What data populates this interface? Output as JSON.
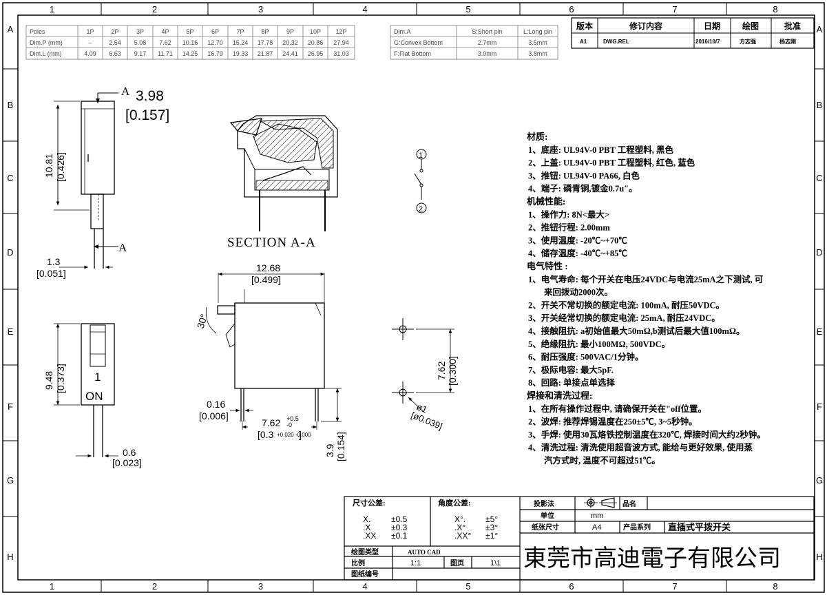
{
  "border": {
    "cols_top": [
      "1",
      "2",
      "3",
      "4",
      "5",
      "6",
      "7",
      "8"
    ],
    "cols_bottom": [
      "1",
      "2",
      "3",
      "4",
      "5",
      "6",
      "7",
      "8"
    ],
    "rows": [
      "A",
      "B",
      "C",
      "D",
      "E",
      "F",
      "G",
      "H"
    ]
  },
  "poles_table": {
    "rows": [
      [
        "Poles",
        "1P",
        "2P",
        "3P",
        "4P",
        "5P",
        "6P",
        "7P",
        "8P",
        "9P",
        "10P",
        "12P"
      ],
      [
        "Dim.P (mm)",
        "–",
        "2.54",
        "5.08",
        "7.62",
        "10.16",
        "12.70",
        "15.24",
        "17.78",
        "20.32",
        "20.86",
        "27.94"
      ],
      [
        "Dim.L (mm)",
        "4.09",
        "6.63",
        "9.17",
        "11.71",
        "14.25",
        "16.79",
        "19.33",
        "21.87",
        "24.41",
        "26.95",
        "31.03"
      ]
    ]
  },
  "pin_table": {
    "rows": [
      [
        "Dim.A",
        "S:Short pin",
        "L:Long pin"
      ],
      [
        "G:Convex Bottom",
        "2.7mm",
        "3.5mm"
      ],
      [
        "F:Flat Bottom",
        "3.0mm",
        "3.8mm"
      ]
    ]
  },
  "revision_table": {
    "headers": [
      "版本",
      "修订内容",
      "日期",
      "绘图",
      "批准"
    ],
    "row": [
      "A1",
      "DWG.REL",
      "2016/10/7",
      "方志强",
      "杨志刚"
    ]
  },
  "dims": {
    "top_a": "A",
    "top_w": "3.98",
    "top_w_in": "[0.157]",
    "side_h": "10.81",
    "side_h_in": "[0.426]",
    "bottom_a": "A",
    "pin_w": "1.3",
    "pin_w_in": "[0.051]",
    "section_label": "SECTION A-A",
    "front_w": "12.68",
    "front_w_in": "[0.499]",
    "angle": "30°",
    "lead_t": "0.16",
    "lead_t_in": "[0.006]",
    "pitch": "7.62",
    "pitch_tol_up": "+0.5",
    "pitch_tol_dn": "-0",
    "pitch_in": "[0.3",
    "pitch_in_tol": "+0.020 -0.000",
    "pitch_in_end": "]",
    "pin_len": "3.9",
    "pin_len_in": "[0.154]",
    "btm_h": "9.48",
    "btm_h_in": "[0.373]",
    "btm_pin": "0.6",
    "btm_pin_in": "[0.023]",
    "actuator_num": "1",
    "actuator_on": "ON",
    "schem_1": "1",
    "schem_2": "2",
    "hole_pitch": "7.62",
    "hole_pitch_in": "[0.300]",
    "hole_d": "ø1",
    "hole_d_in": "[ø0.039]"
  },
  "specs": [
    "材质:",
    "1、底座: UL94V-0 PBT 工程塑料, 黑色",
    "2、上盖: UL94V-0 PBT 工程塑料, 红色, 蓝色",
    "3、推钮: UL94V-0 PA66, 白色",
    "4、端子: 磷青铜,镀金0.7u″。",
    "机械性能:",
    "1、操作力: 8N<最大>",
    "2、推钮行程: 2.00mm",
    "3、使用温度: -20℃~+70℃",
    "4、储存温度: -40℃~+85℃",
    "电气特性 :",
    "1、电气寿命: 每个开关在电压24VDC与电流25mA之下测试, 可",
    "来回拨动2000次。",
    "2、开关不常切换的额定电流: 100mA, 耐压50VDC。",
    "3、开关经常切换的额定电流: 25mA, 耐压24VDC。",
    "4、接触阻抗: a初始值最大50mΩ,b测试后最大值100mΩ。",
    "5、绝缘阻抗: 最小100MΩ, 500VDC。",
    "6、耐压强度: 500VAC/1分钟。",
    "7、极际电容: 最大5pF.",
    "8、回路: 单接点单选择",
    "焊接和清洗过程:",
    "1、在所有操作过程中, 请确保开关在\"off位置。",
    "2、波焊: 推荐焊锡温度在250±5℃, 3~5秒钟。",
    "3、手焊: 使用30瓦烙铁控制温度在320℃, 焊接时间大约2秒钟。",
    "4、清洗过程: 清洗使用超音波方式, 能给与更好效果, 使用蒸",
    "汽方式时, 温度不可超过51℃。"
  ],
  "title_block": {
    "tol_header": "尺寸公差:",
    "angle_header": "角度公差:",
    "tol": [
      [
        "X.",
        "±0.5"
      ],
      [
        ".X",
        "±0.3"
      ],
      [
        ".XX",
        "±0.1"
      ]
    ],
    "angle_tol": [
      [
        "X°.",
        "±5°"
      ],
      [
        ".X°",
        "±3°"
      ],
      [
        ".XX°",
        "±1°"
      ]
    ],
    "drawing_type_label": "绘图类型",
    "drawing_type": "AUTO CAD",
    "scale_label": "比例",
    "scale": "1:1",
    "page_label": "图页",
    "page": "1\\1",
    "drawing_no_label": "图纸编号",
    "projection_label": "投影法",
    "name_label": "品名",
    "unit_label": "单位",
    "unit": "mm",
    "paper_label": "纸张尺寸",
    "paper": "A4",
    "series_label": "产品系列",
    "series": "直插式平拨开关",
    "company": "東莞市高迪電子有限公司"
  }
}
